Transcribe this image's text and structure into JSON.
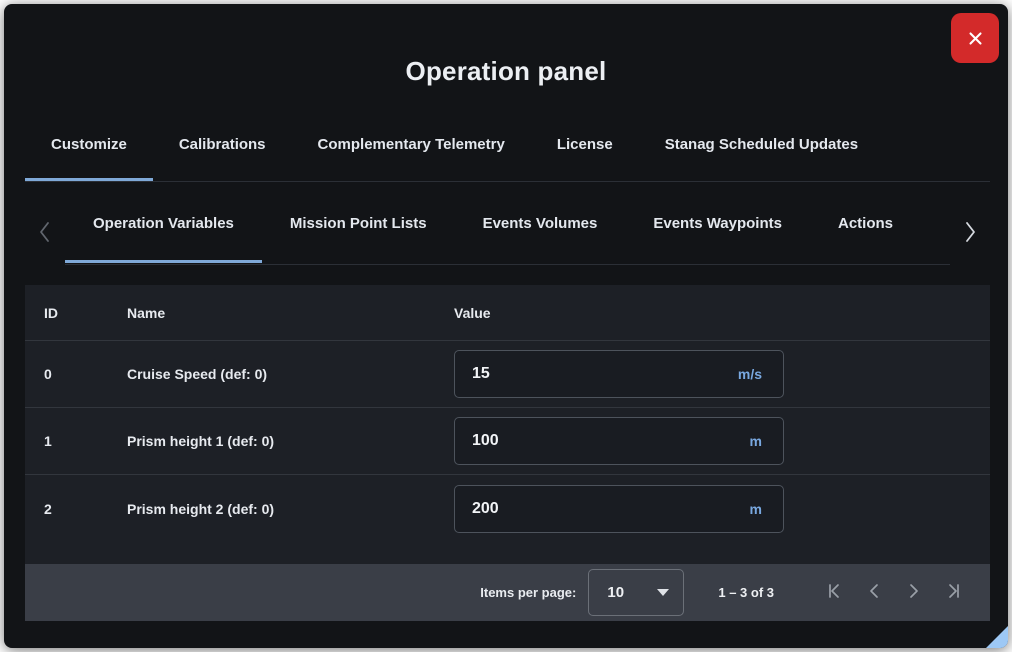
{
  "dialog": {
    "title": "Operation panel",
    "close_label": "×",
    "close_icon": "close-icon"
  },
  "primary_tabs": {
    "active_index": 0,
    "items": [
      {
        "label": "Customize"
      },
      {
        "label": "Calibrations"
      },
      {
        "label": "Complementary Telemetry"
      },
      {
        "label": "License"
      },
      {
        "label": "Stanag Scheduled Updates"
      }
    ]
  },
  "secondary_tabs": {
    "active_index": 0,
    "scroll_prev_icon": "chevron-left-icon",
    "scroll_next_icon": "chevron-right-icon",
    "items": [
      {
        "label": "Operation Variables"
      },
      {
        "label": "Mission Point Lists"
      },
      {
        "label": "Events Volumes"
      },
      {
        "label": "Events Waypoints"
      },
      {
        "label": "Actions"
      }
    ]
  },
  "table": {
    "columns": [
      "ID",
      "Name",
      "Value"
    ],
    "rows": [
      {
        "id": "0",
        "name": "Cruise Speed (def: 0)",
        "value": "15",
        "unit": "m/s"
      },
      {
        "id": "1",
        "name": "Prism height 1 (def: 0)",
        "value": "100",
        "unit": "m"
      },
      {
        "id": "2",
        "name": "Prism height 2 (def: 0)",
        "value": "200",
        "unit": "m"
      }
    ]
  },
  "paginator": {
    "items_per_page_label": "Items per page:",
    "items_per_page_value": "10",
    "range_label": "1 – 3 of 3",
    "first_page_icon": "first-page-icon",
    "prev_page_icon": "previous-page-icon",
    "next_page_icon": "next-page-icon",
    "last_page_icon": "last-page-icon"
  },
  "colors": {
    "accent": "#7fa9d8",
    "close": "#d32a2a",
    "unit": "#79a8e0",
    "footer": "#3a3e47",
    "resize_handle": "#9dc8f5"
  }
}
